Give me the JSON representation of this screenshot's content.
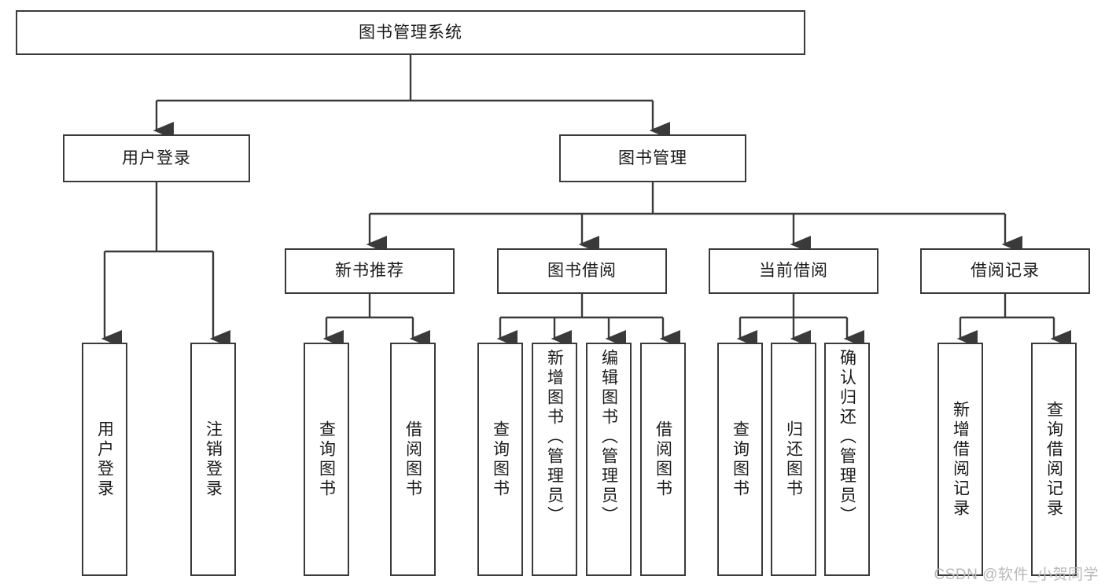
{
  "diagram": {
    "title": "图书管理系统",
    "type": "tree",
    "root": {
      "label": "图书管理系统",
      "children": [
        {
          "label": "用户登录",
          "children": [
            {
              "label": "用户登录"
            },
            {
              "label": "注销登录"
            }
          ]
        },
        {
          "label": "图书管理",
          "children": [
            {
              "label": "新书推荐",
              "children": [
                {
                  "label": "查询图书"
                },
                {
                  "label": "借阅图书"
                }
              ]
            },
            {
              "label": "图书借阅",
              "children": [
                {
                  "label": "查询图书"
                },
                {
                  "label": "新增图书（管理员）"
                },
                {
                  "label": "编辑图书（管理员）"
                },
                {
                  "label": "借阅图书"
                }
              ]
            },
            {
              "label": "当前借阅",
              "children": [
                {
                  "label": "查询图书"
                },
                {
                  "label": "归还图书"
                },
                {
                  "label": "确认归还（管理员）"
                }
              ]
            },
            {
              "label": "借阅记录",
              "children": [
                {
                  "label": "新增借阅记录"
                },
                {
                  "label": "查询借阅记录"
                }
              ]
            }
          ]
        }
      ]
    }
  },
  "nodes": {
    "root": "图书管理系统",
    "l2": {
      "user_login": "用户登录",
      "book_manage": "图书管理"
    },
    "l3": {
      "new_book_rec": "新书推荐",
      "book_borrow": "图书借阅",
      "current_borrow": "当前借阅",
      "borrow_record": "借阅记录"
    },
    "leaves": {
      "user_login": "用户登录",
      "logout": "注销登录",
      "query_book_a": "查询图书",
      "borrow_book_a": "借阅图书",
      "query_book_b": "查询图书",
      "add_book_admin": "新增图书（管理员）",
      "edit_book_admin": "编辑图书（管理员）",
      "borrow_book_b": "借阅图书",
      "query_book_c": "查询图书",
      "return_book": "归还图书",
      "confirm_return_admin": "确认归还（管理员）",
      "add_borrow_record": "新增借阅记录",
      "query_borrow_record": "查询借阅记录"
    }
  },
  "watermark": "CSDN @软件_小贺同学",
  "colors": {
    "border": "#3a3a3a",
    "text": "#1a1a1a",
    "background": "#ffffff",
    "watermark": "#b9b9b9"
  }
}
